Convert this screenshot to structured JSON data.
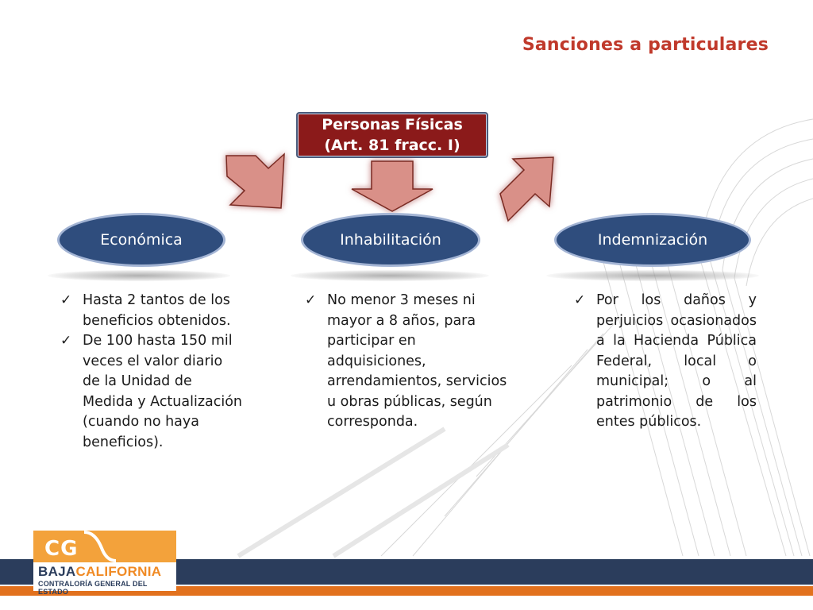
{
  "title": "Sanciones a particulares",
  "center_box": {
    "line1": "Personas Físicas",
    "line2": "(Art. 81 fracc. I)"
  },
  "columns": [
    {
      "heading": "Económica",
      "items": [
        "Hasta 2 tantos de los beneficios obtenidos.",
        "De 100 hasta 150 mil veces el valor diario de la Unidad de Medida y Actualización (cuando no haya beneficios)."
      ]
    },
    {
      "heading": "Inhabilitación",
      "items": [
        "No menor 3 meses ni mayor a 8 años, para participar en adquisiciones, arrendamientos, servicios u obras públicas, según corresponda."
      ]
    },
    {
      "heading": "Indemnización",
      "items": [
        "Por los daños y perjuicios ocasionados a la Hacienda Pública Federal, local o municipal; o al patrimonio de los entes públicos."
      ]
    }
  ],
  "check_glyph": "✓",
  "logo": {
    "acronym": "CG",
    "line1_a": "BAJA",
    "line1_b": "CALIFORNIA",
    "line2": "CONTRALORÍA GENERAL DEL ESTADO"
  },
  "colors": {
    "title": "#c0392b",
    "center_box": "#8b1a1a",
    "oval": "#2f4d7d",
    "footer_navy": "#2b3d5c",
    "footer_orange": "#e2711d",
    "arrow": "#d99088"
  }
}
